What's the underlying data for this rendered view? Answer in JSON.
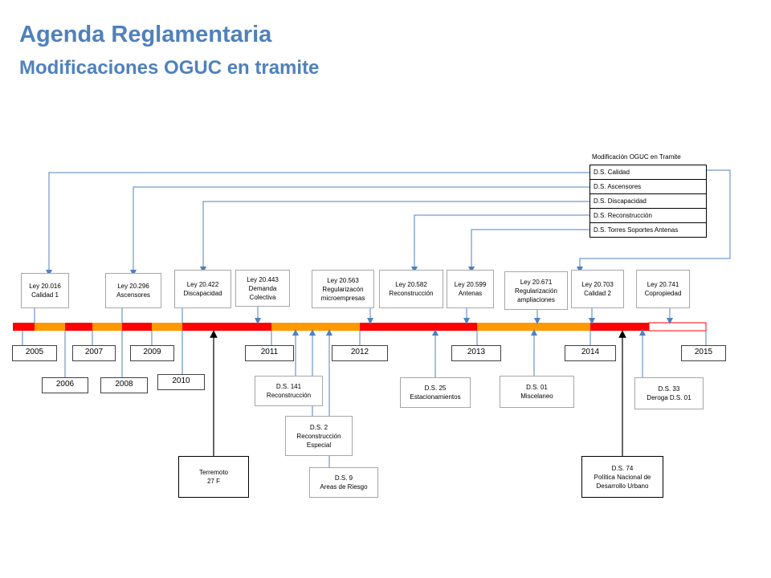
{
  "title": "Agenda Reglamentaria",
  "subtitle": "Modificaciones OGUC en tramite",
  "tramite": {
    "heading": "Modificación OGUC en Tramite",
    "items": [
      "D.S. Calidad",
      "D.S. Ascensores",
      "D.S. Discapacidad",
      "D.S. Reconstrucción",
      "D.S. Torres Soportes Antenas"
    ]
  },
  "timeline": {
    "segments_colors": {
      "red": "#ff0000",
      "orange": "#ff9900",
      "empty": "#ffffff"
    },
    "years_top_row": [
      "2005",
      "2007",
      "2009",
      "2011",
      "2012",
      "2013",
      "2014",
      "2015"
    ],
    "years_bottom_row": [
      "2006",
      "2008",
      "2010"
    ]
  },
  "laws": [
    "Ley 20.016\nCalidad 1",
    "Ley 20.296\nAscensores",
    "Ley 20.422\nDiscapacidad",
    "Ley 20.443\nDemanda\nColectiva",
    "Ley 20.563\nRegularizacón\nmicroempresas",
    "Ley 20.582\nReconstrucción",
    "Ley 20.599\nAntenas",
    "Ley 20.671\nRegularización\nampliaciones",
    "Ley 20.703\nCalidad 2",
    "Ley 20.741\nCopropiedad"
  ],
  "decrees": [
    "D.S. 141\nReconstrucción",
    "D.S. 2\nReconstrucción\nEspecial",
    "D.S.  9\nAreas de Riesgo",
    "D.S. 25\nEstacionamientos",
    "D.S. 01\nMiscelaneo",
    "D.S. 33\nDeroga D.S. 01"
  ],
  "events": [
    "Terremoto\n27 F",
    "D.S. 74\nPolítica Nacional de\nDesarrollo Urbano"
  ],
  "colors": {
    "accent": "#4f81bd",
    "connector": "#4f81bd",
    "arrow_dark": "#000000"
  }
}
